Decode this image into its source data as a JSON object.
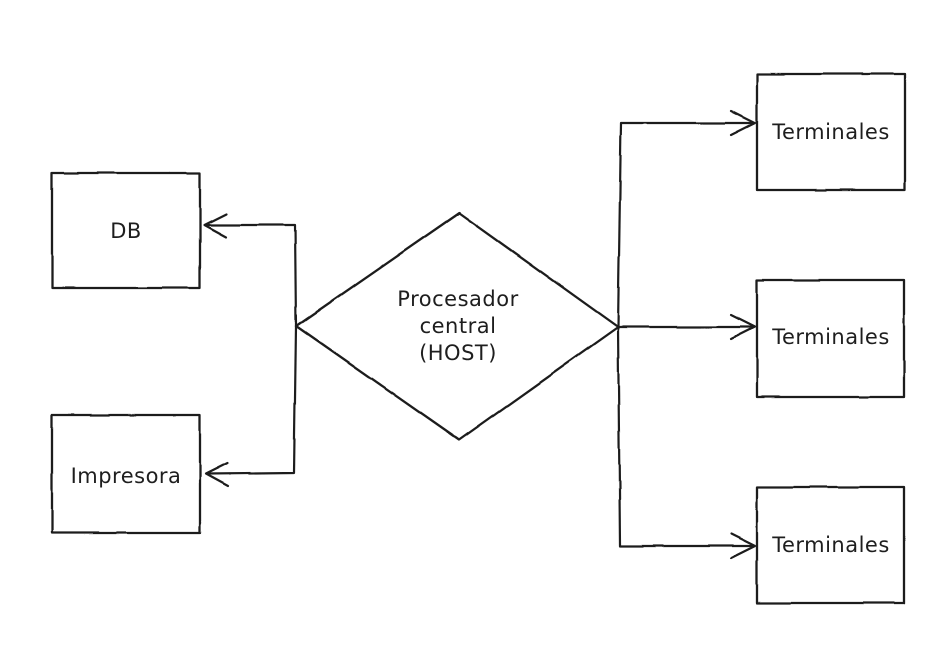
{
  "canvas": {
    "background": "#ffffff",
    "stroke_color": "#1e1e1e"
  },
  "nodes": {
    "db": {
      "label": "DB",
      "shape": "rectangle"
    },
    "impresora": {
      "label": "Impresora",
      "shape": "rectangle"
    },
    "host": {
      "shape": "diamond",
      "lines": [
        "Procesador",
        "central",
        "(HOST)"
      ]
    },
    "terminales_top": {
      "label": "Terminales",
      "shape": "rectangle"
    },
    "terminales_middle": {
      "label": "Terminales",
      "shape": "rectangle"
    },
    "terminales_bottom": {
      "label": "Terminales",
      "shape": "rectangle"
    }
  },
  "connections": [
    {
      "from": "host",
      "to": "db",
      "arrow": "end"
    },
    {
      "from": "host",
      "to": "impresora",
      "arrow": "end"
    },
    {
      "from": "host",
      "to": "terminales_top",
      "arrow": "end"
    },
    {
      "from": "host",
      "to": "terminales_middle",
      "arrow": "end"
    },
    {
      "from": "host",
      "to": "terminales_bottom",
      "arrow": "end"
    }
  ]
}
